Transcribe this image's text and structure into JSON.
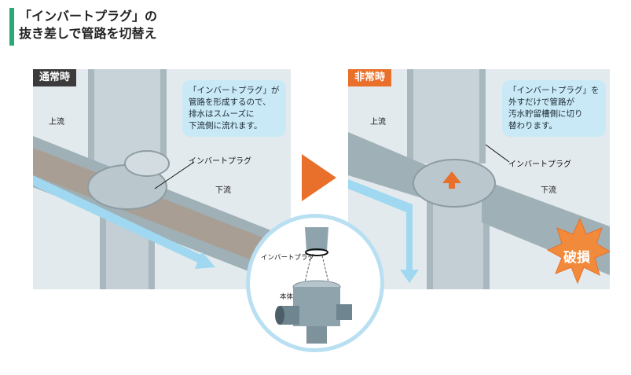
{
  "title": {
    "line1": "「インバートプラグ」の",
    "line2": "抜き差しで管路を切替え"
  },
  "normal": {
    "tag": "通常時",
    "bubble": [
      "「インバートプラグ」が",
      "管路を形成するので、",
      "排水はスムーズに",
      "下流側に流れます。"
    ],
    "upstream": "上流",
    "downstream": "下流",
    "plug_label": "インバートプラグ"
  },
  "emergency": {
    "tag": "非常時",
    "bubble": [
      "「インバートプラグ」を",
      "外すだけで管路が",
      "汚水貯留槽側に切り",
      "替わります。"
    ],
    "upstream": "上流",
    "downstream": "下流",
    "plug_label": "インバートプラグ",
    "damage": "破損"
  },
  "detail": {
    "plug_label": "インバートプラグ",
    "body_label": "本体"
  },
  "colors": {
    "accent_green": "#2aa876",
    "orange": "#e8702a",
    "bubble_blue": "#c9e9f7",
    "flow_blue": "#9fd8f0"
  }
}
